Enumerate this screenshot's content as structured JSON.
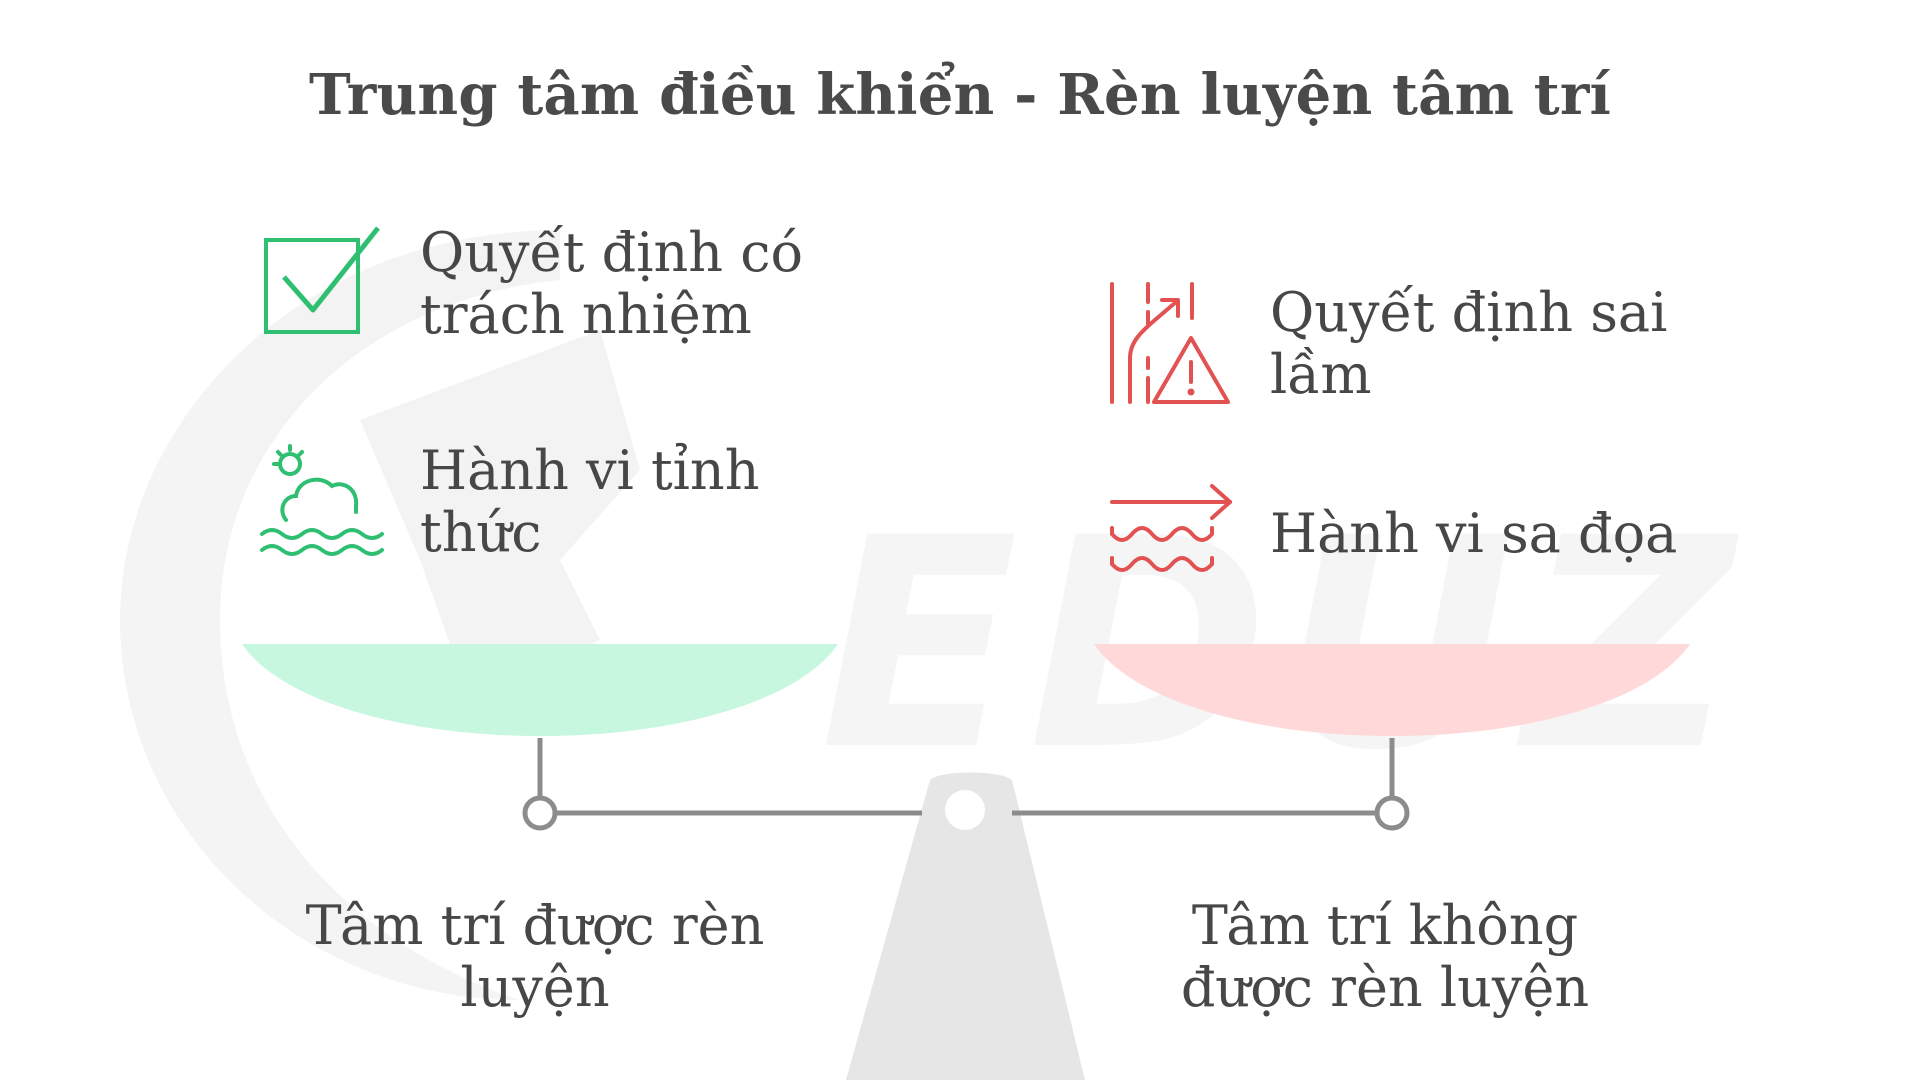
{
  "title": "Trung tâm điều khiển - Rèn luyện tâm trí",
  "left": {
    "label": "Tâm trí được rèn luyện",
    "color": "#2fbf71",
    "pan_color": "#c8f7e0",
    "items": [
      {
        "text": "Quyết định có trách nhiệm",
        "icon": "checkbox-icon"
      },
      {
        "text": "Hành vi tỉnh thức",
        "icon": "sunrise-waves-icon"
      }
    ]
  },
  "right": {
    "label": "Tâm trí không được rèn luyện",
    "color": "#e25252",
    "pan_color": "#ffd9d9",
    "items": [
      {
        "text": "Quyết định sai lầm",
        "icon": "warning-road-icon"
      },
      {
        "text": "Hành vi sa đọa",
        "icon": "arrow-waves-icon"
      }
    ]
  },
  "watermark": "EDUZ"
}
